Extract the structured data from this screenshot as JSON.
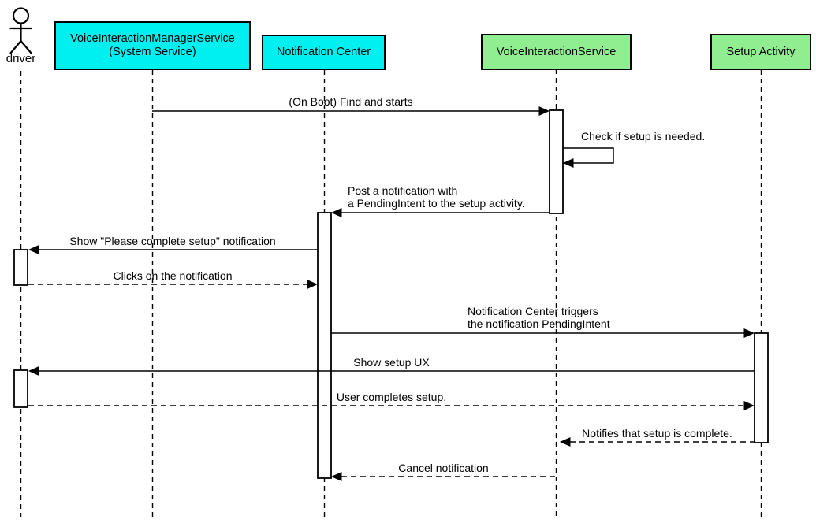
{
  "actor": {
    "label": "driver"
  },
  "participants": [
    {
      "label": "VoiceInteractionManagerService\n(System Service)",
      "type": "system-service"
    },
    {
      "label": "Notification Center",
      "type": "system-service"
    },
    {
      "label": "VoiceInteractionService",
      "type": "app-component"
    },
    {
      "label": "Setup Activity",
      "type": "app-component"
    }
  ],
  "messages": [
    {
      "label": "(On Boot) Find and starts",
      "from": "VoiceInteractionManagerService (System Service)",
      "to": "VoiceInteractionService",
      "line": "solid"
    },
    {
      "label": "Check if setup is needed.",
      "from": "VoiceInteractionService",
      "to": "VoiceInteractionService",
      "line": "solid",
      "self_message": true
    },
    {
      "label": "Post a notification with\na PendingIntent to the setup activity.",
      "from": "VoiceInteractionService",
      "to": "Notification Center",
      "line": "solid"
    },
    {
      "label": "Show \"Please complete setup\" notification",
      "from": "Notification Center",
      "to": "driver",
      "line": "solid"
    },
    {
      "label": "Clicks on the notification",
      "from": "driver",
      "to": "Notification Center",
      "line": "dashed"
    },
    {
      "label": "Notification Center triggers\nthe notification PendingIntent",
      "from": "Notification Center",
      "to": "Setup Activity",
      "line": "solid"
    },
    {
      "label": "Show setup UX",
      "from": "Setup Activity",
      "to": "driver",
      "line": "solid"
    },
    {
      "label": "User completes setup.",
      "from": "driver",
      "to": "Setup Activity",
      "line": "dashed"
    },
    {
      "label": "Notifies that setup is complete.",
      "from": "Setup Activity",
      "to": "VoiceInteractionService",
      "line": "dashed"
    },
    {
      "label": "Cancel notification",
      "from": "VoiceInteractionService",
      "to": "Notification Center",
      "line": "dashed"
    }
  ],
  "colors": {
    "service_box": "#00F0F0",
    "activity_box": "#90EE90",
    "line": "#000000",
    "background": "#FFFFFF"
  }
}
